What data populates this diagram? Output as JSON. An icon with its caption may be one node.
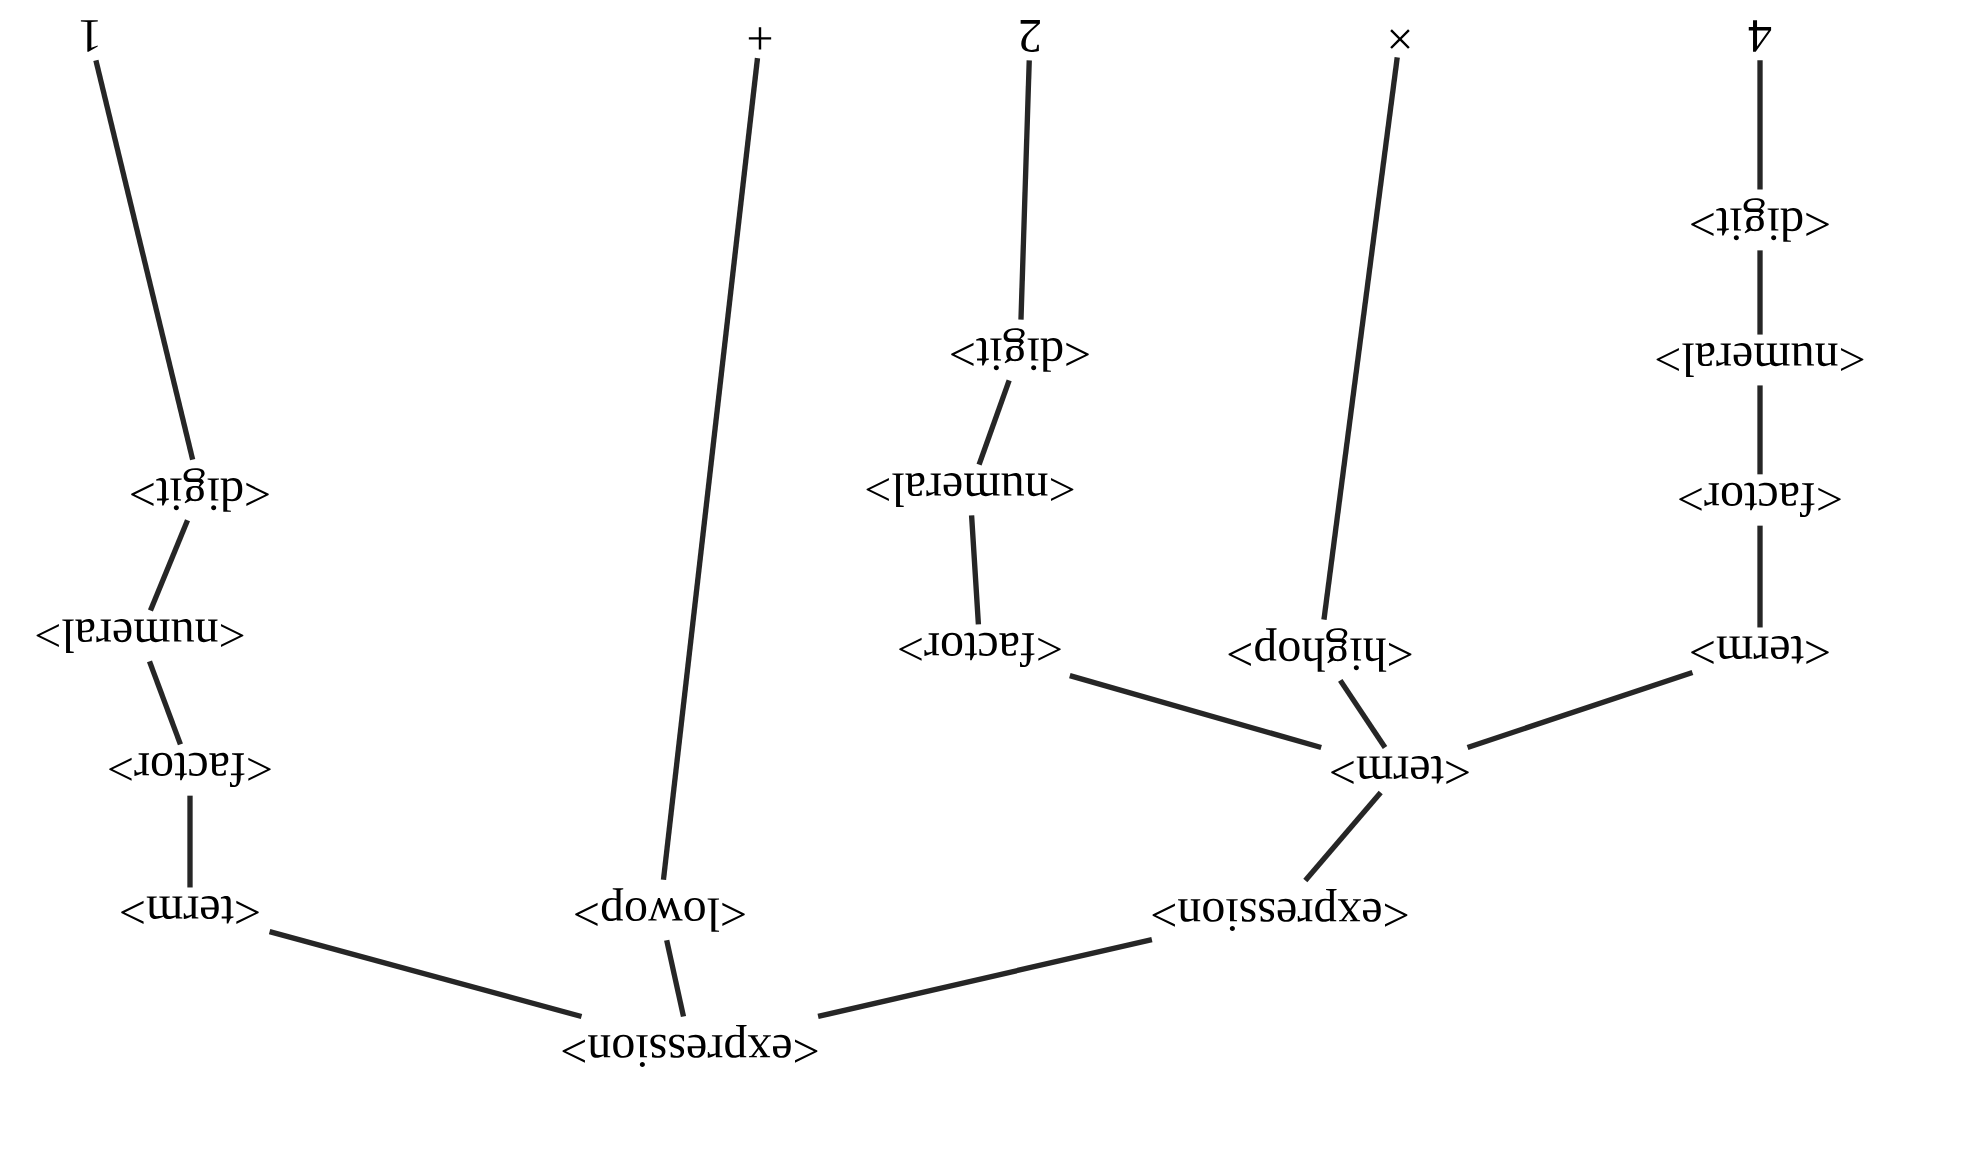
{
  "diagram": {
    "nodes": [
      {
        "text": [
          "<expression>"
        ]
      },
      {
        "text": [
          "<term>"
        ]
      },
      {
        "text": [
          "<lowop>"
        ]
      },
      {
        "text": [
          "<expression>"
        ]
      },
      {
        "text": [
          "<factor>"
        ]
      },
      {
        "text": [
          "<numeral>"
        ]
      },
      {
        "text": [
          "<digit>"
        ]
      },
      {
        "text": [
          "1"
        ]
      },
      {
        "text": [
          "+"
        ]
      },
      {
        "text": [
          "<term>"
        ]
      },
      {
        "text": [
          "<factor>"
        ]
      },
      {
        "text": [
          "<highop>"
        ]
      },
      {
        "text": [
          "<term>"
        ]
      },
      {
        "text": [
          "<numeral>"
        ]
      },
      {
        "text": [
          "<digit>"
        ]
      },
      {
        "text": [
          "2"
        ]
      },
      {
        "text": [
          "×"
        ]
      },
      {
        "text": [
          "<factor>"
        ]
      },
      {
        "text": [
          "<numeral>"
        ]
      },
      {
        "text": [
          "<digit>"
        ]
      },
      {
        "text": [
          "4"
        ]
      }
    ],
    "edges": [
      {
        "from": 0,
        "to": 1,
        "arrow": "none"
      },
      {
        "from": 0,
        "to": 2,
        "arrow": "none"
      },
      {
        "from": 0,
        "to": 3,
        "arrow": "none"
      },
      {
        "from": 1,
        "to": 4,
        "arrow": "none"
      },
      {
        "from": 4,
        "to": 5,
        "arrow": "none"
      },
      {
        "from": 5,
        "to": 6,
        "arrow": "none"
      },
      {
        "from": 6,
        "to": 7,
        "arrow": "none"
      },
      {
        "from": 2,
        "to": 8,
        "arrow": "none"
      },
      {
        "from": 3,
        "to": 9,
        "arrow": "none"
      },
      {
        "from": 9,
        "to": 10,
        "arrow": "none"
      },
      {
        "from": 9,
        "to": 11,
        "arrow": "none"
      },
      {
        "from": 9,
        "to": 12,
        "arrow": "none"
      },
      {
        "from": 10,
        "to": 13,
        "arrow": "none"
      },
      {
        "from": 13,
        "to": 14,
        "arrow": "none"
      },
      {
        "from": 14,
        "to": 15,
        "arrow": "none"
      },
      {
        "from": 11,
        "to": 16,
        "arrow": "none"
      },
      {
        "from": 12,
        "to": 17,
        "arrow": "none"
      },
      {
        "from": 17,
        "to": 18,
        "arrow": "none"
      },
      {
        "from": 18,
        "to": 19,
        "arrow": "none"
      },
      {
        "from": 19,
        "to": 20,
        "arrow": "none"
      }
    ]
  }
}
